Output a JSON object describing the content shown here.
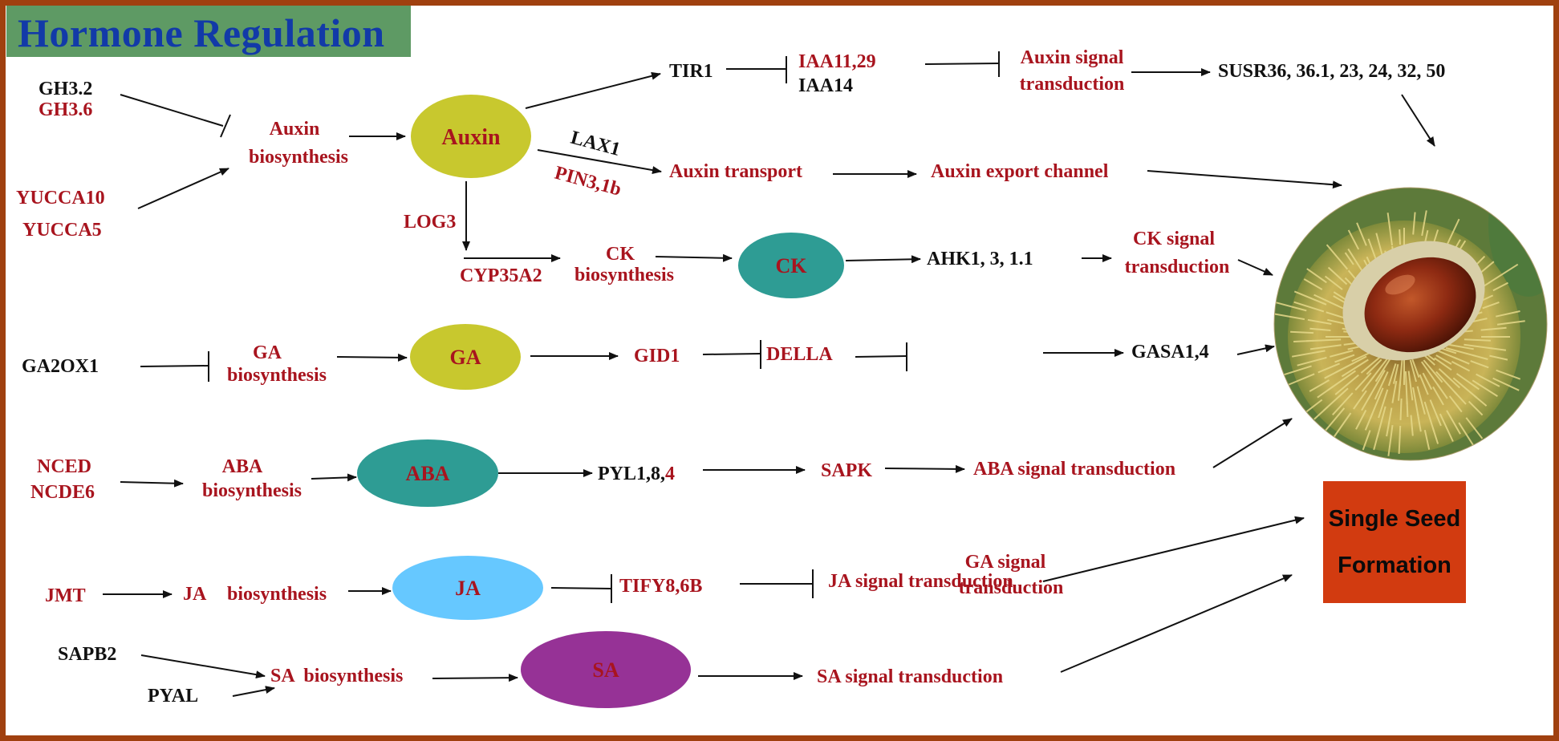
{
  "title": "Hormone Regulation",
  "outcome": {
    "line1": "Single Seed",
    "line2": "Formation"
  },
  "colors": {
    "frame": "#a0400f",
    "title_banner": "#5e9a64",
    "title_text": "#123aa8",
    "auxin_node": "#c8c82e",
    "ck_node": "#2e9c94",
    "ga_node": "#c8c82e",
    "aba_node": "#2e9c94",
    "ja_node": "#66c8ff",
    "sa_node": "#963296",
    "outcome_box": "#d23b10",
    "red_text": "#a8141e",
    "black_text": "#111111"
  },
  "nodes": {
    "auxin": "Auxin",
    "ck": "CK",
    "ga": "GA",
    "aba": "ABA",
    "ja": "JA",
    "sa": "SA"
  },
  "auxin_row": {
    "gh32": "GH3.2",
    "gh36": "GH3.6",
    "yucca10": "YUCCA10",
    "yucca5": "YUCCA5",
    "biosynthesis_1": "Auxin",
    "biosynthesis_2": "biosynthesis",
    "tir1": "TIR1",
    "iaa1129": "IAA11,29",
    "iaa14": "IAA14",
    "signal_1": "Auxin signal",
    "signal_2": "transduction",
    "susr": "SUSR36, 36.1, 23, 24, 32, 50",
    "lax1": "LAX1",
    "pin3": "PIN3,1b",
    "transport": "Auxin transport",
    "export": "Auxin export channel",
    "log3": "LOG3"
  },
  "ck_row": {
    "cyp": "CYP35A2",
    "biosynthesis_1": "CK",
    "biosynthesis_2": "biosynthesis",
    "ahk": "AHK1, 3, 1.1",
    "signal_1": "CK signal",
    "signal_2": "transduction"
  },
  "ga_row": {
    "ga2ox1": "GA2OX1",
    "biosynthesis_1": "GA",
    "biosynthesis_2": "biosynthesis",
    "gid1": "GID1",
    "della": "DELLA",
    "gasa": "GASA1,4"
  },
  "aba_row": {
    "nced": "NCED",
    "ncde6": "NCDE6",
    "biosynthesis_1": "ABA",
    "biosynthesis_2": "biosynthesis",
    "pyl_black": "PYL1,8,",
    "pyl_red": "4",
    "sapk": "SAPK",
    "signal": "ABA signal transduction"
  },
  "ja_row": {
    "jmt": "JMT",
    "ja_label": "JA",
    "biosynthesis": "biosynthesis",
    "tify": "TIFY8,6B",
    "signal": "JA signal transduction",
    "ga_signal_1": "GA signal",
    "ga_signal_2": "transduction"
  },
  "sa_row": {
    "sapb2": "SAPB2",
    "pyal": "PYAL",
    "biosynthesis": "SA  biosynthesis",
    "signal": "SA signal transduction"
  }
}
